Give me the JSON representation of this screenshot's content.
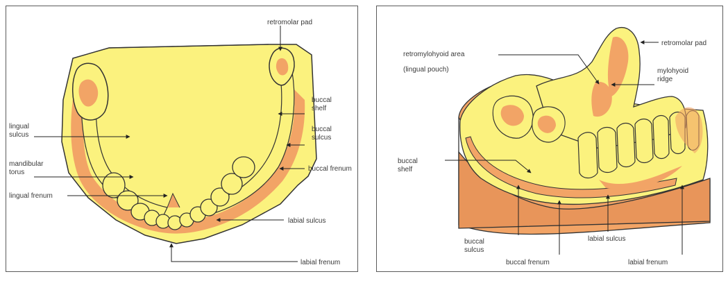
{
  "colors": {
    "pale_yellow": "#fbf27e",
    "orange": "#f2a466",
    "dark_orange": "#e8955a",
    "outline": "#3a3a3a",
    "panel_border": "#5a5a5a"
  },
  "left_diagram": {
    "labels": {
      "retromolar_pad": "retromolar pad",
      "buccal_shelf": "buccal shelf",
      "buccal_sulcus": "buccal sulcus",
      "buccal_frenum": "buccal frenum",
      "lingual_sulcus": "lingual sulcus",
      "mandibular_torus": "mandibular torus",
      "lingual_frenum": "lingual frenum",
      "labial_sulcus": "labial sulcus",
      "labial_frenum": "labial frenum"
    }
  },
  "right_diagram": {
    "labels": {
      "retromylohyoid_area": "retromylohyoid area",
      "lingual_pouch": "(lingual pouch)",
      "retromolar_pad": "retromolar pad",
      "mylohyoid_ridge": "mylohyoid ridge",
      "buccal_shelf": "buccal shelf",
      "buccal_sulcus": "buccal sulcus",
      "buccal_frenum": "buccal frenum",
      "labial_sulcus": "labial sulcus",
      "labial_frenum": "labial frenum"
    }
  }
}
